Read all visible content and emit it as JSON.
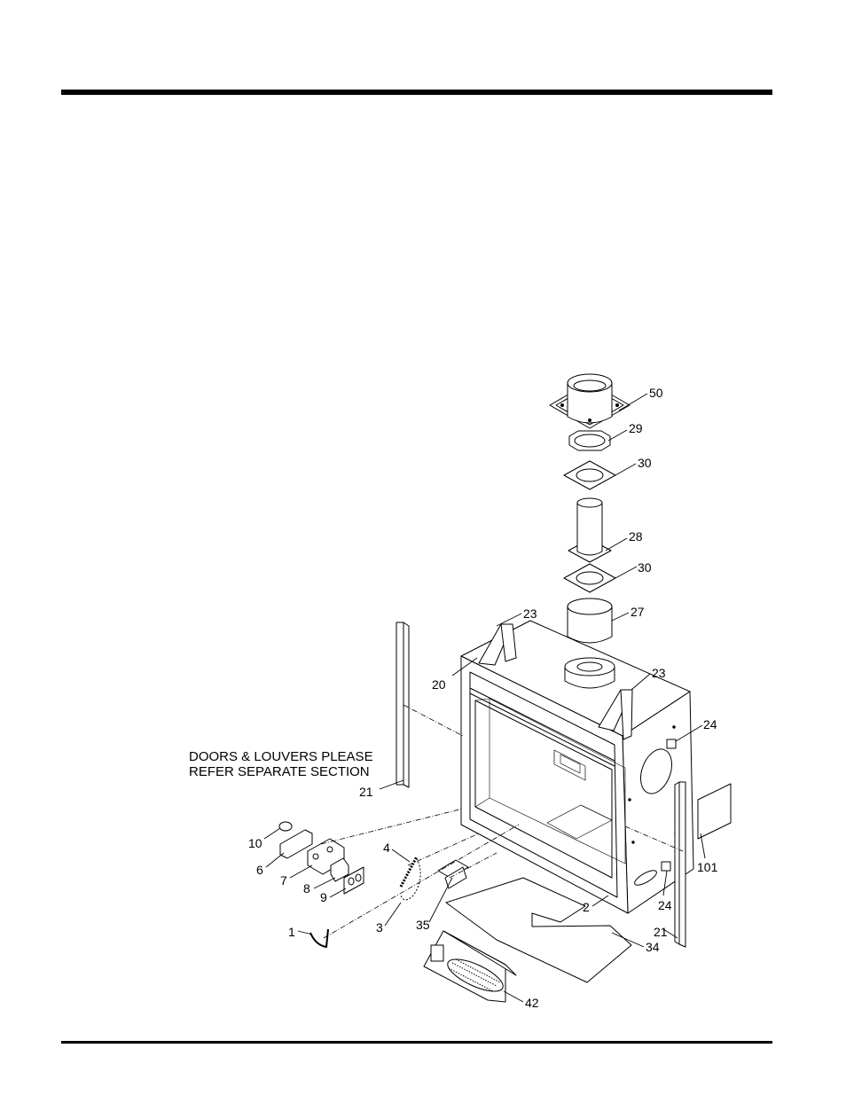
{
  "note_lines": [
    "DOORS & LOUVERS PLEASE",
    "REFER SEPARATE SECTION"
  ],
  "callouts": {
    "c50": "50",
    "c29": "29",
    "c30a": "30",
    "c28": "28",
    "c30b": "30",
    "c27": "27",
    "c23a": "23",
    "c23b": "23",
    "c20": "20",
    "c24a": "24",
    "c24b": "24",
    "c21a": "21",
    "c21b": "21",
    "c101": "101",
    "c10": "10",
    "c6": "6",
    "c7": "7",
    "c8": "8",
    "c9": "9",
    "c4": "4",
    "c3": "3",
    "c1": "1",
    "c35": "35",
    "c2": "2",
    "c34": "34",
    "c42": "42"
  }
}
